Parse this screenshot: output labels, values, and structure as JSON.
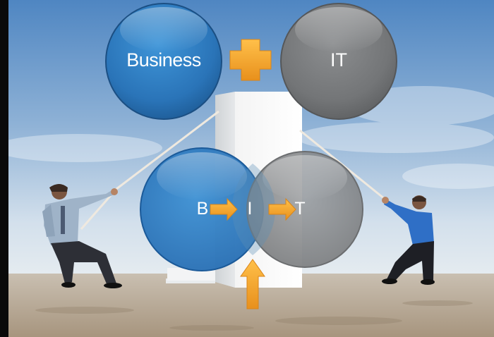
{
  "diagram": {
    "top_left_circle": {
      "label": "Business",
      "color": "#2f7fc4"
    },
    "top_right_circle": {
      "label": "IT",
      "color": "#7d7f81"
    },
    "bottom_left_circle": {
      "label": "B",
      "color": "#2f7fc4"
    },
    "bottom_middle": {
      "label": "I"
    },
    "bottom_right_circle": {
      "label": "T",
      "color": "#8a8c8e"
    },
    "accent_color": "#f2a02a",
    "icons": [
      "plus-icon",
      "arrow-right-icon",
      "arrow-right-icon",
      "arrow-up-icon"
    ]
  },
  "background": {
    "sky_top": "#5a8fc7",
    "sky_bottom": "#c8d9e8",
    "ground": "#b7aa98",
    "figures": [
      "businessman-left",
      "businessman-right"
    ]
  }
}
